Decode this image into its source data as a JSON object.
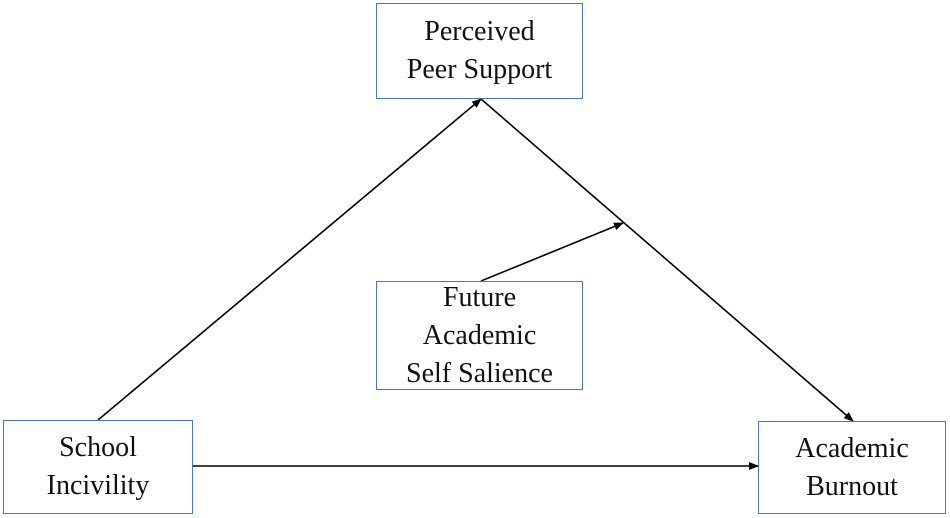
{
  "diagram": {
    "nodes": {
      "peer_support": {
        "lines": [
          "Perceived",
          "Peer Support"
        ]
      },
      "future_salience": {
        "lines": [
          "Future",
          "Academic",
          "Self Salience"
        ]
      },
      "school_incivility": {
        "lines": [
          "School",
          "Incivility"
        ]
      },
      "academic_burnout": {
        "lines": [
          "Academic",
          "Burnout"
        ]
      }
    },
    "edges": [
      {
        "from": "school_incivility",
        "to": "peer_support"
      },
      {
        "from": "peer_support",
        "to": "academic_burnout"
      },
      {
        "from": "school_incivility",
        "to": "academic_burnout"
      },
      {
        "from": "future_salience",
        "to": "peer_support -> academic_burnout path"
      }
    ],
    "colors": {
      "box_border": "#4a78b5",
      "arrow": "#000000",
      "text": "#111111"
    }
  }
}
